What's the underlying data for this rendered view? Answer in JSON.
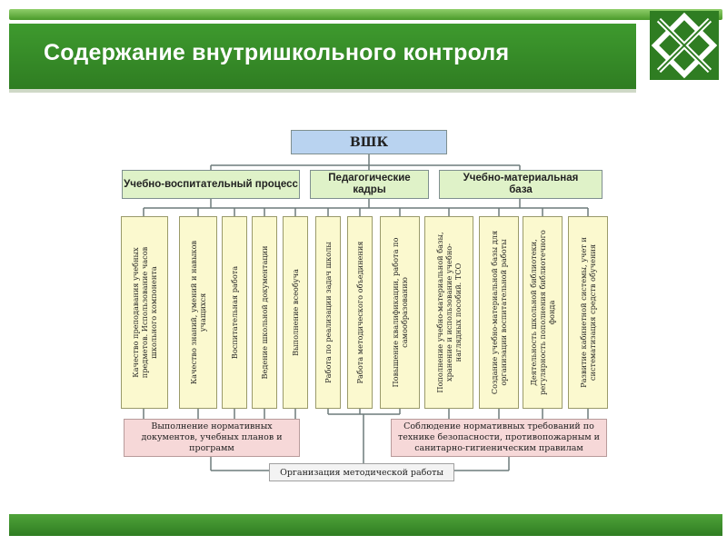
{
  "slide": {
    "title": "Содержание внутришкольного контроля"
  },
  "diagram": {
    "root": "ВШК",
    "categories": [
      "Учебно-воспитательный процесс",
      "Педагогические кадры",
      "Учебно-материальная база"
    ],
    "items": [
      "Качество преподавания учебных предметов. Использование часов школьного компонента",
      "Качество знаний, умений и навыков учащихся",
      "Воспитательная работа",
      "Ведение школьной документации",
      "Выполнение всеобуча",
      "Работа по реализации задач школы",
      "Работа методического объединения",
      "Повышение квалификации, работа по самообразованию",
      "Пополнение учебно-материальной базы, хранение и использование учебно-наглядных пособий. ТСО",
      "Создание учебно-материальной базы для организации воспитательной работы",
      "Деятельность школьной библиотеки, регулярность пополнения библиотечного фонда",
      "Развитие кабинетной системы, учет и систематизация средств обучения"
    ],
    "bottom_left": "Выполнение нормативных документов, учебных планов и программ",
    "bottom_right": "Соблюдение нормативных требований по технике безопасности, противопожарным и санитарно-гигиеническим правилам",
    "bottom_center": "Организация методической работы"
  },
  "colors": {
    "green": "#2f7d22",
    "root_fill": "#b9d3f0",
    "category_fill": "#dff2c8",
    "item_fill": "#fbf9cf",
    "requirement_fill": "#f6d8d8"
  }
}
